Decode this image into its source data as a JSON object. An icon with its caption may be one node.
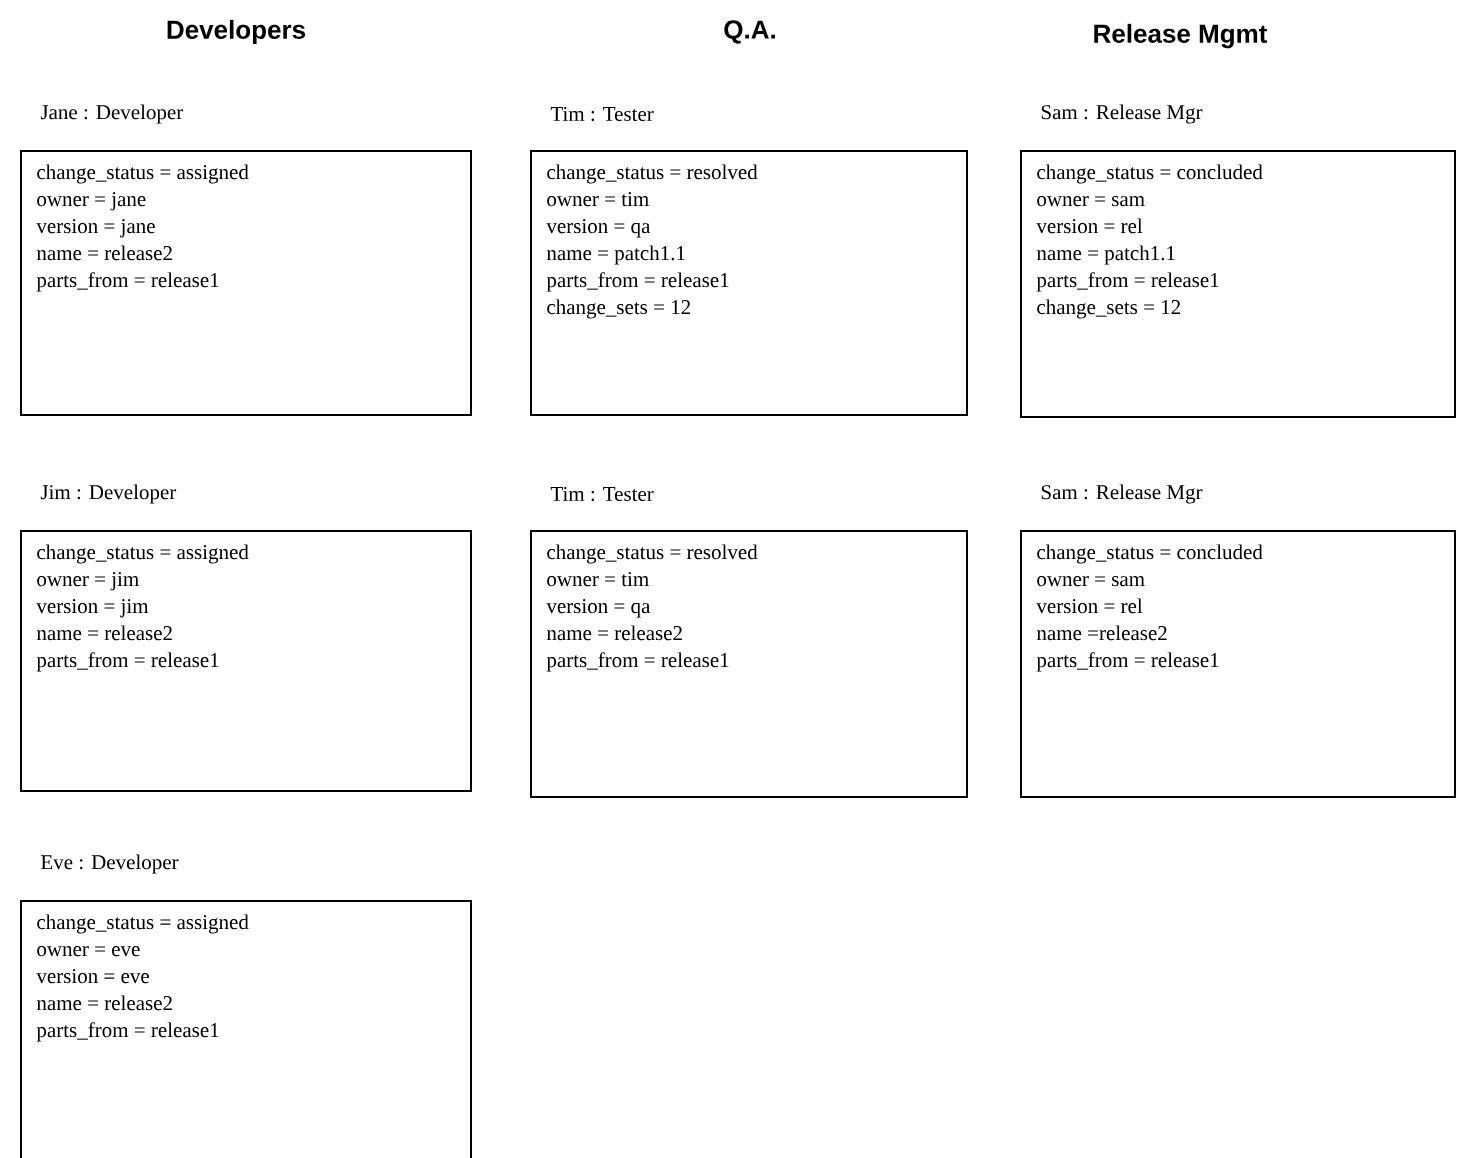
{
  "diagram": {
    "nodes": [
      {
        "text": [
          "Jane : Developer",
          "change_status = assigned",
          "owner = jane",
          "version = jane",
          "name = release2",
          "parts_from = release1"
        ]
      },
      {
        "text": [
          "Tim : Tester",
          "change_status = resolved",
          "owner = tim",
          "version = qa",
          "name = patch1.1",
          "parts_from = release1",
          "change_sets = 12"
        ]
      },
      {
        "text": [
          "Sam : Release Mgr",
          "change_status = concluded",
          "owner = sam",
          "version = rel",
          "name = patch1.1",
          "parts_from = release1",
          "change_sets = 12"
        ]
      },
      {
        "text": [
          "Jim : Developer",
          "change_status = assigned",
          "owner = jim",
          "version = jim",
          "name = release2",
          "parts_from = release1"
        ]
      },
      {
        "text": [
          "Tim : Tester",
          "change_status = resolved",
          "owner = tim",
          "version = qa",
          "name = release2",
          "parts_from = release1"
        ]
      },
      {
        "text": [
          "Sam : Release Mgr",
          "change_status = concluded",
          "owner = sam",
          "version = rel",
          "name =release2",
          "parts_from = release1"
        ]
      },
      {
        "text": [
          "Eve : Developer",
          "change_status = assigned",
          "owner = eve",
          "version = eve",
          "name = release2",
          "parts_from = release1"
        ]
      }
    ],
    "labels": [
      "Developers",
      "Q.A.",
      "Release Mgmt"
    ]
  }
}
